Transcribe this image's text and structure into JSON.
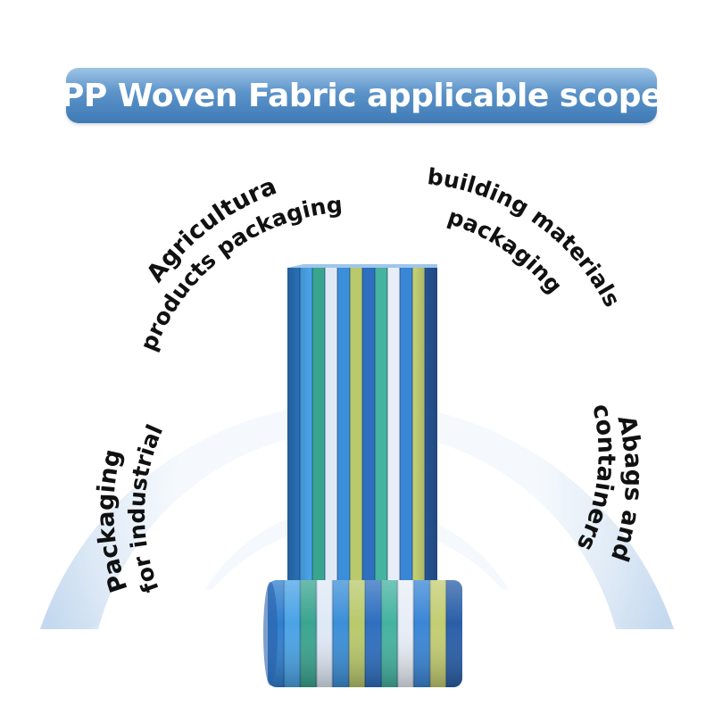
{
  "title": "PP Woven Fabric applicable scope",
  "scopes": [
    {
      "line1": "Packaging",
      "line2": "for industrial"
    },
    {
      "line1": "Agricultura",
      "line2": "products packaging"
    },
    {
      "line1": "building materials",
      "line2": "packaging"
    },
    {
      "line1": "Abags and",
      "line2": "containers"
    }
  ],
  "colors": {
    "arc_light": "#eef5fc",
    "arc_mid": "#c9ddf1",
    "title_top": "#9ec4e6",
    "title_bottom": "#3f7ab6",
    "stripes": [
      "#2f7fcf",
      "#4aa3e6",
      "#3aa58f",
      "#dfe9f6",
      "#3b8fd8",
      "#b9c96b",
      "#2e6fbf",
      "#45b3a0",
      "#e8eef6",
      "#3a86d6",
      "#c3cd72",
      "#2a5fa8"
    ]
  },
  "icons": [
    "fabric-roll-tall",
    "fabric-roll-horizontal"
  ]
}
